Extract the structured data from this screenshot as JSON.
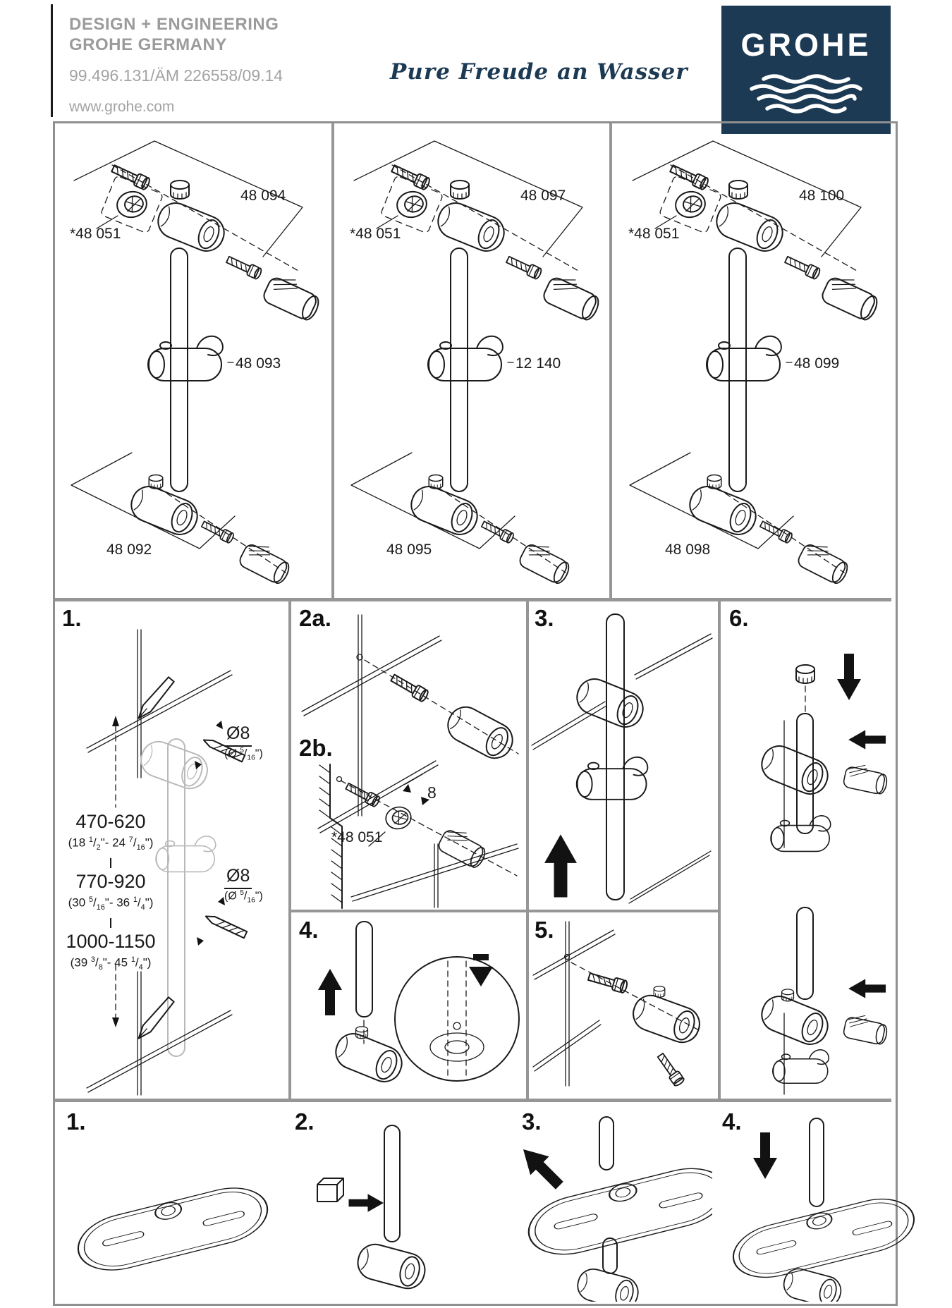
{
  "header": {
    "line1": "DESIGN + ENGINEERING",
    "line2": "GROHE GERMANY",
    "doc_number": "99.496.131/ÄM 226558/09.14",
    "website": "www.grohe.com",
    "slogan": "Pure Freude an Wasser",
    "logo_text": "GROHE"
  },
  "colors": {
    "brand_navy": "#1c3a54",
    "header_gray": "#9b9b9b",
    "border_gray": "#8f8f8f",
    "line_black": "#1a1a1a"
  },
  "parts_diagrams": [
    {
      "top_part": "48 094",
      "ring_part": "*48 051",
      "slider_part": "48 093",
      "bottom_part": "48 092"
    },
    {
      "top_part": "48 097",
      "ring_part": "*48 051",
      "slider_part": "12 140",
      "bottom_part": "48 095"
    },
    {
      "top_part": "48 100",
      "ring_part": "*48 051",
      "slider_part": "48 099",
      "bottom_part": "48 098"
    }
  ],
  "install_steps": {
    "step1": {
      "label": "1.",
      "drill_top": "Ø8",
      "drill_top_inch": "(Ø 5/16\")",
      "drill_bottom": "Ø8",
      "drill_bottom_inch": "(Ø 5/16\")",
      "ranges": [
        {
          "mm": "470-620",
          "inch": "(18 1/2\"- 24 7/16\")"
        },
        {
          "mm": "770-920",
          "inch": "(30 5/16\"- 36 1/4\")"
        },
        {
          "mm": "1000-1150",
          "inch": "(39 3/8\"- 45 1/4\")"
        }
      ]
    },
    "step2a": {
      "label": "2a."
    },
    "step2b": {
      "label": "2b.",
      "depth_dim": "8",
      "ring_part": "*48 051"
    },
    "step3": {
      "label": "3."
    },
    "step4": {
      "label": "4."
    },
    "step5": {
      "label": "5."
    },
    "step6": {
      "label": "6."
    }
  },
  "shelf_steps": [
    {
      "label": "1."
    },
    {
      "label": "2."
    },
    {
      "label": "3."
    },
    {
      "label": "4."
    }
  ]
}
